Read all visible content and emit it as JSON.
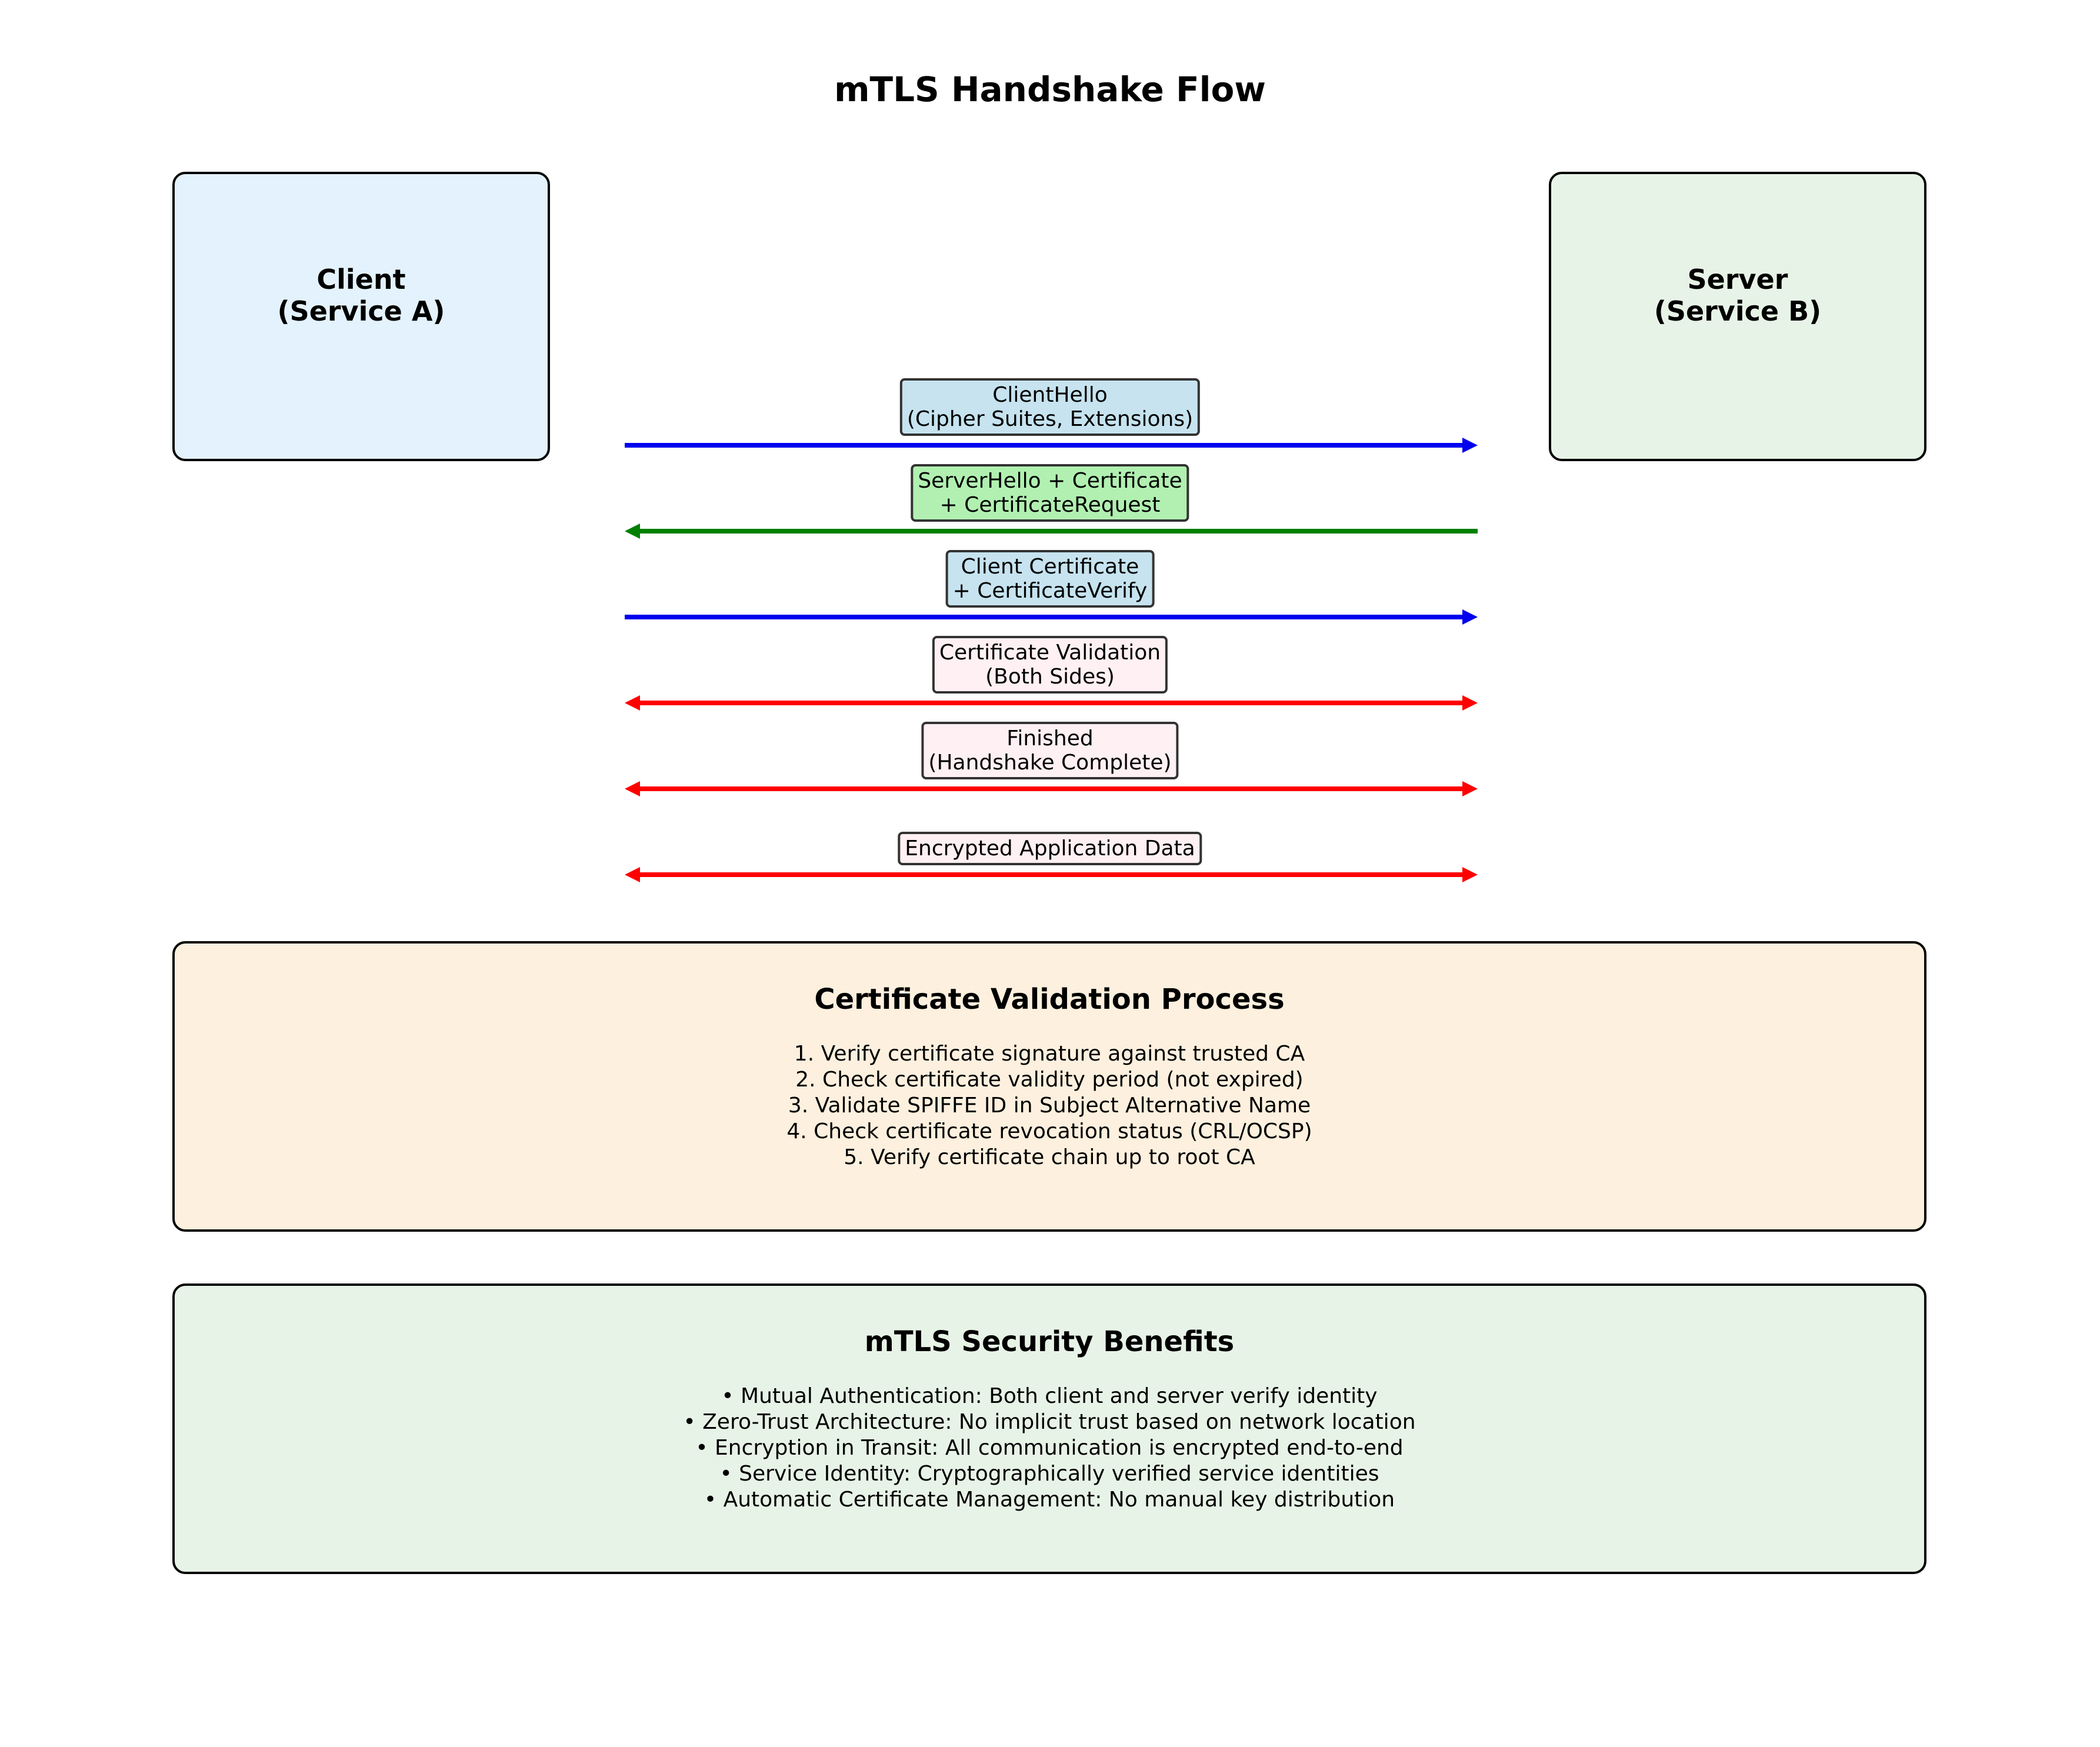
{
  "title": "mTLS Handshake Flow",
  "parties": {
    "client": "Client\n(Service A)",
    "server": "Server\n(Service B)"
  },
  "messages": [
    {
      "label": "ClientHello\n(Cipher Suites, Extensions)",
      "direction": "client-to-server",
      "arrow_color": "#0000ee",
      "box_color": "#c6e3ef"
    },
    {
      "label": "ServerHello + Certificate\n+ CertificateRequest",
      "direction": "server-to-client",
      "arrow_color": "#008000",
      "box_color": "#b1f0b1"
    },
    {
      "label": "Client Certificate\n+ CertificateVerify",
      "direction": "client-to-server",
      "arrow_color": "#0000ee",
      "box_color": "#c6e3ef"
    },
    {
      "label": "Certificate Validation\n(Both Sides)",
      "direction": "bidirectional",
      "arrow_color": "#ff0000",
      "box_color": "#fff0f3"
    },
    {
      "label": "Finished\n(Handshake Complete)",
      "direction": "bidirectional",
      "arrow_color": "#ff0000",
      "box_color": "#fff0f3"
    },
    {
      "label": "Encrypted Application Data",
      "direction": "bidirectional",
      "arrow_color": "#ff0000",
      "box_color": "#fff0f3"
    }
  ],
  "validation": {
    "title": "Certificate Validation Process",
    "steps": [
      "1. Verify certificate signature against trusted CA",
      "2. Check certificate validity period (not expired)",
      "3. Validate SPIFFE ID in Subject Alternative Name",
      "4. Check certificate revocation status (CRL/OCSP)",
      "5. Verify certificate chain up to root CA"
    ]
  },
  "benefits": {
    "title": "mTLS Security Benefits",
    "items": [
      "• Mutual Authentication: Both client and server verify identity",
      "• Zero-Trust Architecture: No implicit trust based on network location",
      "• Encryption in Transit: All communication is encrypted end-to-end",
      "• Service Identity: Cryptographically verified service identities",
      "• Automatic Certificate Management: No manual key distribution"
    ]
  }
}
